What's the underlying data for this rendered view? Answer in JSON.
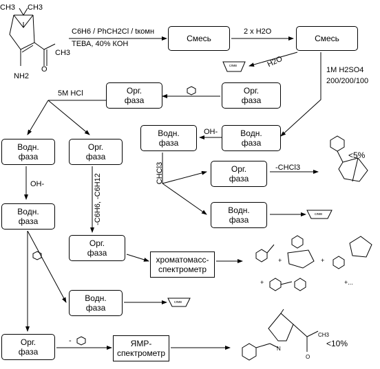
{
  "boxes": {
    "mixture_1": "Смесь",
    "mixture_2": "Смесь",
    "org_phase": [
      "Орг.",
      "фаза"
    ],
    "aq_phase": [
      "Водн.",
      "фаза"
    ],
    "chromatomass": [
      "хроматомасс-",
      "спектрометр"
    ],
    "nmr": [
      "ЯМР-",
      "спектрометр"
    ]
  },
  "reagents": {
    "step1_line1": "C6H6 / PhCH2Cl / tкомн",
    "step1_line2": "ТЕВА, 40% КОН",
    "water_2x": "2 x H2O",
    "water": "H2O",
    "acid_1m": "1M H2SO4",
    "acid_volumes": "200/200/100",
    "acid_5m": "5M HCl",
    "hydroxide": "OH-",
    "chloroform": "CHCl3",
    "minus_chloroform": "-CHCl3",
    "minus_solvents": "-C6H6, -C6H12",
    "waste": "слив"
  },
  "yields": {
    "top_product": "<5%",
    "final_product": "<10%"
  },
  "structures": {
    "start_amino_group": "NH2",
    "start_methyls": "CH3",
    "product_methyl": "CH3",
    "product_nh": "N",
    "other_products": "+...",
    "plus": "+"
  }
}
